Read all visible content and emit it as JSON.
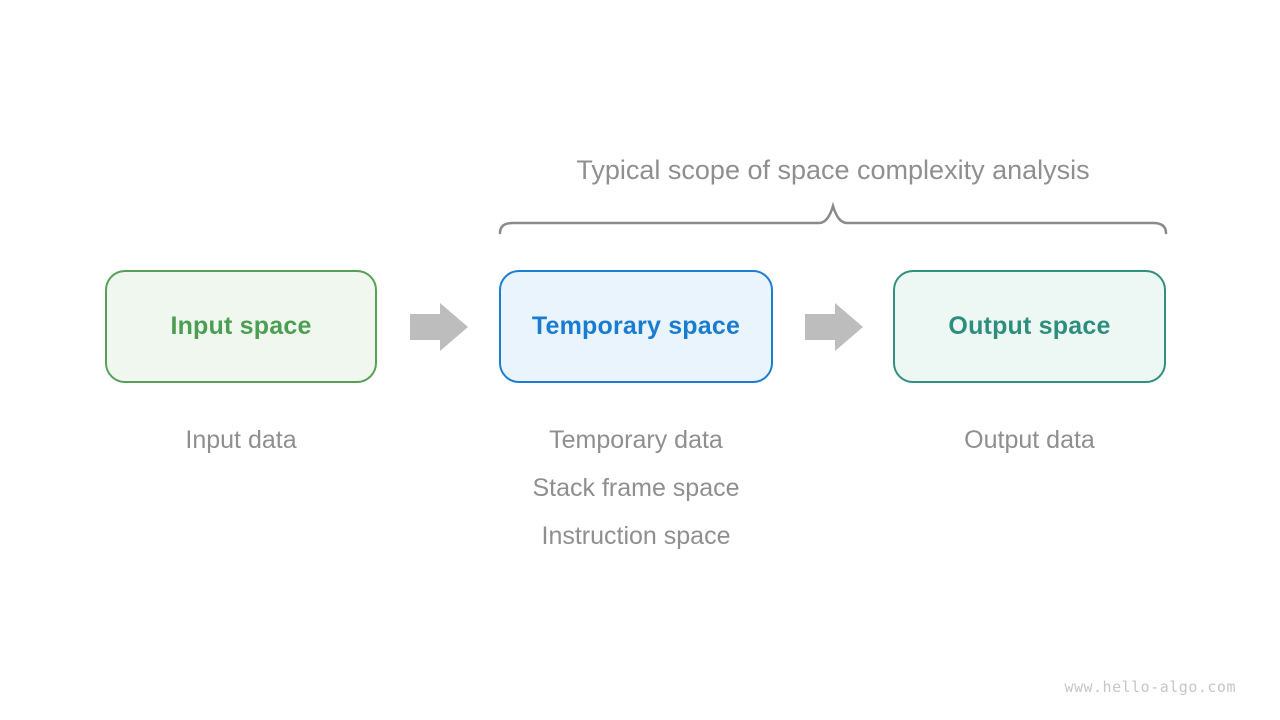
{
  "title": "Typical scope of space complexity analysis",
  "boxes": [
    {
      "label": "Input space",
      "border_color": "#56a156",
      "fill_color": "#eff7ef",
      "text_color": "#4b9e52",
      "sublabels": [
        "Input data"
      ]
    },
    {
      "label": "Temporary space",
      "border_color": "#1b7ed3",
      "fill_color": "#e9f4fd",
      "text_color": "#1a7cd0",
      "sublabels": [
        "Temporary data",
        "Stack frame space",
        "Instruction space"
      ]
    },
    {
      "label": "Output space",
      "border_color": "#31907f",
      "fill_color": "#edf7f4",
      "text_color": "#2e8e7d",
      "sublabels": [
        "Output data"
      ]
    }
  ],
  "brace": {
    "color": "#8a8a8a",
    "spans_boxes": [
      "Temporary space",
      "Output space"
    ]
  },
  "arrows": {
    "color": "#bdbdbd",
    "count": 2,
    "direction": "right"
  },
  "label_color": "#8f8f8f",
  "watermark": "www.hello-algo.com"
}
